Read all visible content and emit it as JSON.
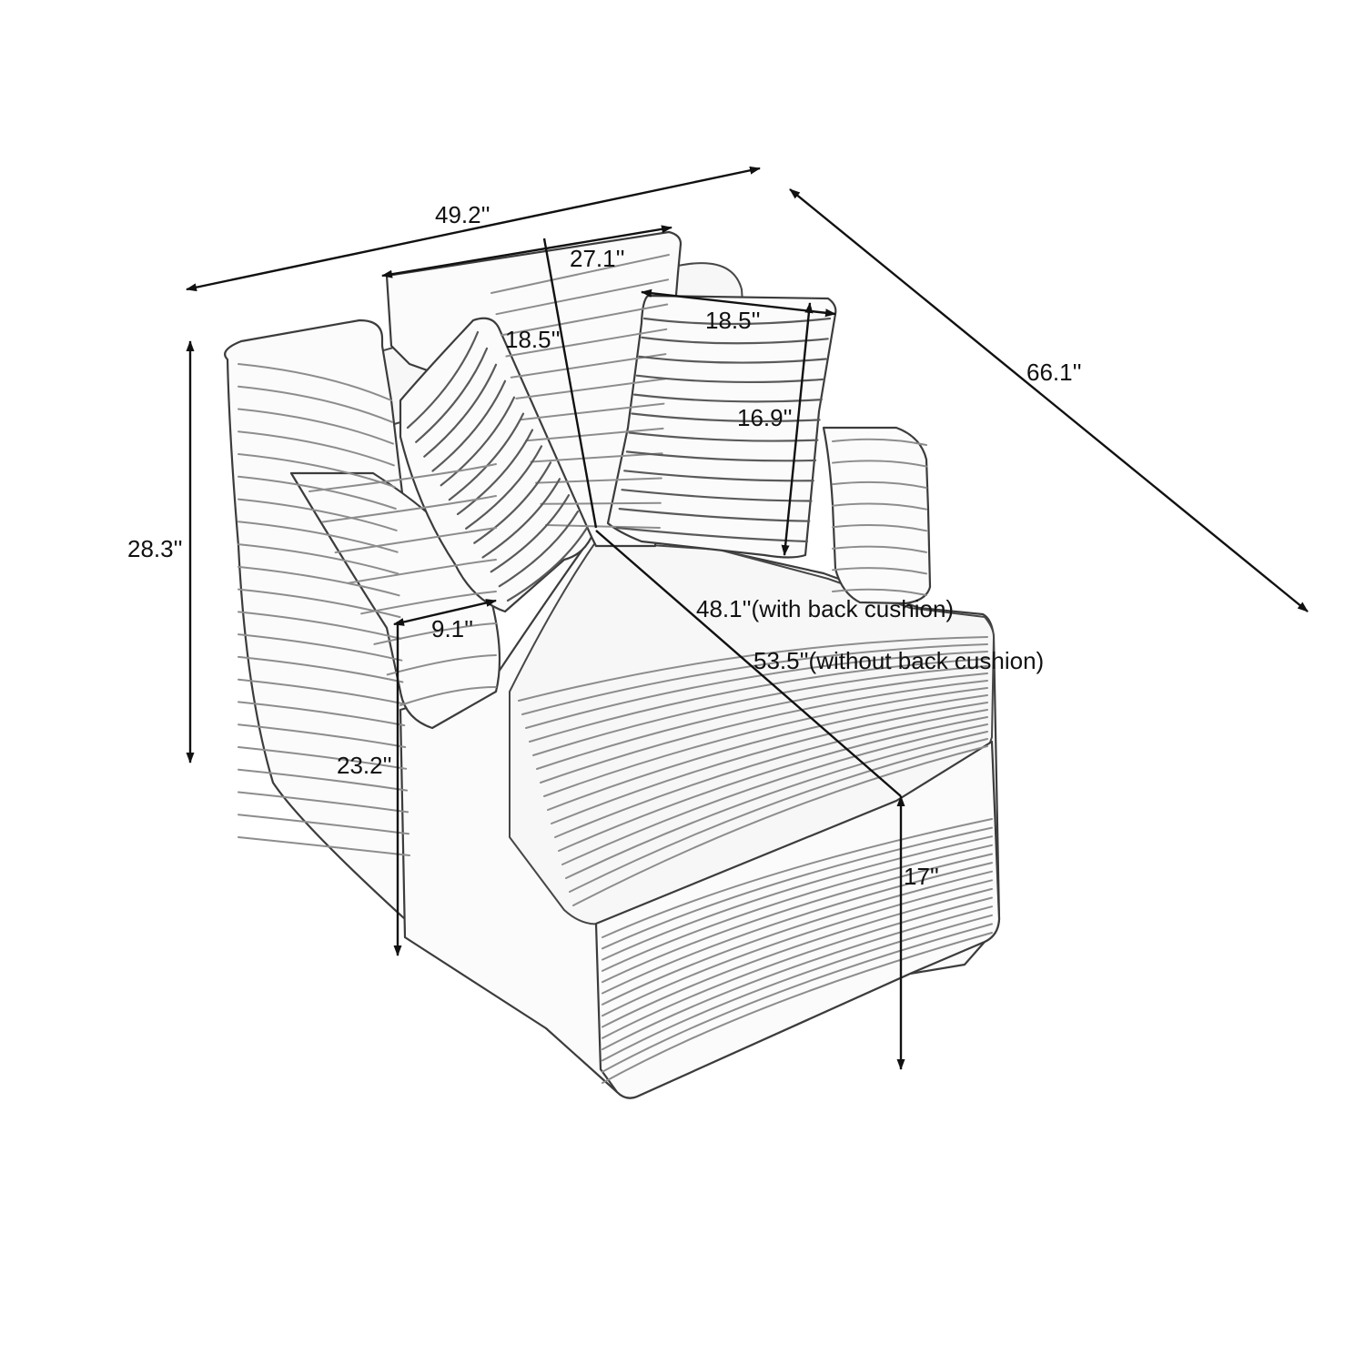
{
  "dimensions": {
    "overall_width": "49.2''",
    "overall_depth": "66.1''",
    "overall_height": "28.3''",
    "back_pillow_width": "27.1''",
    "back_pillow_height": "18.5''",
    "throw_pillow_width": "18.5''",
    "throw_pillow_height": "16.9''",
    "arm_width": "9.1''",
    "arm_height": "23.2''",
    "seat_length_with_cushion": "48.1''(with back cushion)",
    "seat_length_without_cushion": "53.5''(without back cushion)",
    "seat_height": "17''"
  },
  "colors": {
    "line": "#111111",
    "sofa_outline": "#3c3c3c",
    "sofa_fill": "#fbfbfb",
    "rib": "#8d8d8d",
    "background": "#ffffff"
  }
}
